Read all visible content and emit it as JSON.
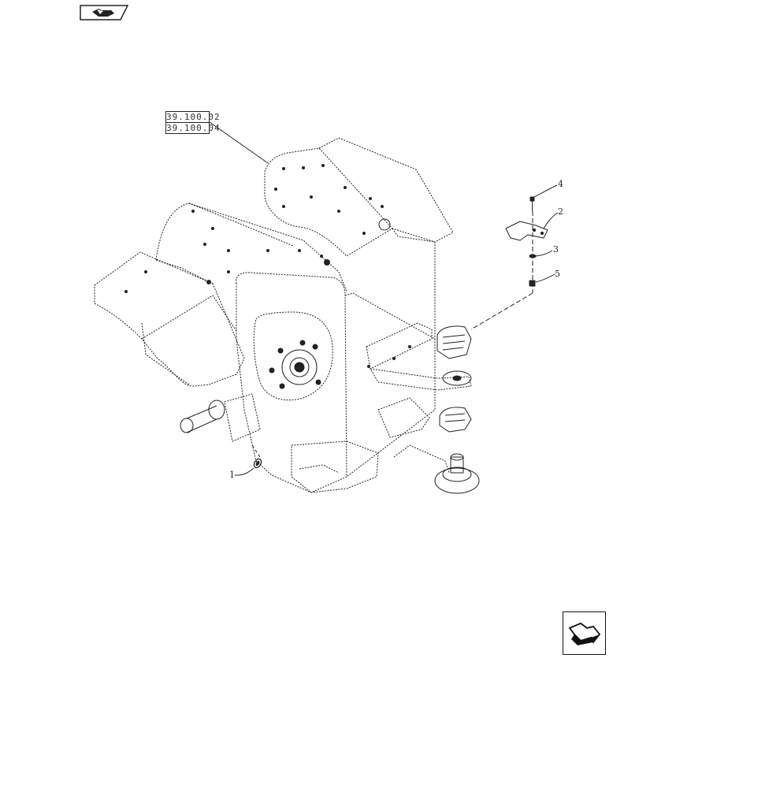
{
  "diagram": {
    "references": [
      "39.100.02",
      "39.100.04"
    ],
    "callouts": [
      {
        "id": "callout-1",
        "label": "1"
      },
      {
        "id": "callout-2",
        "label": "2"
      },
      {
        "id": "callout-3",
        "label": "3"
      },
      {
        "id": "callout-4",
        "label": "4"
      },
      {
        "id": "callout-5",
        "label": "5"
      }
    ]
  },
  "navigation": {
    "back_icon": "back-arrow-icon",
    "next_icon": "next-arrow-icon"
  }
}
